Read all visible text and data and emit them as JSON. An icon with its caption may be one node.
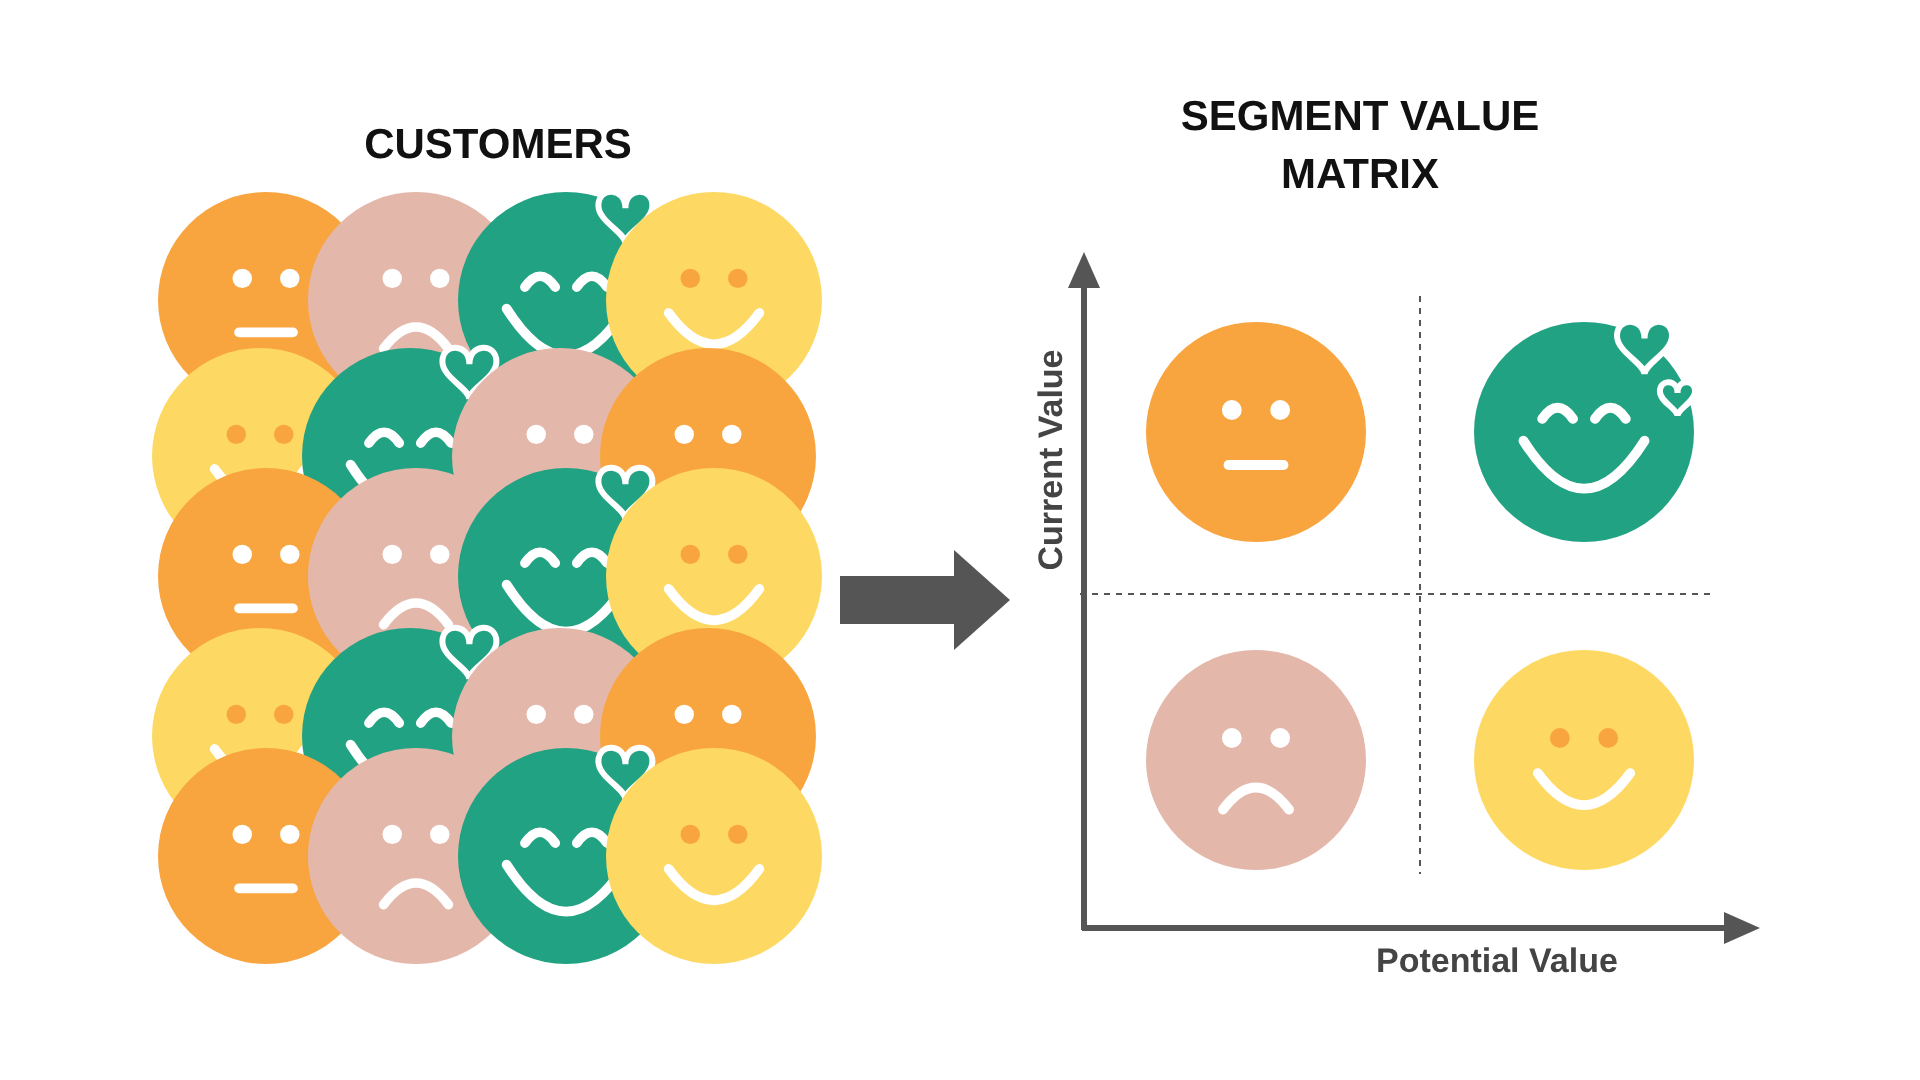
{
  "diagram": {
    "nodes": [
      {
        "text": [
          "CUSTOMERS"
        ]
      },
      {
        "text": [
          "SEGMENT VALUE MATRIX"
        ]
      },
      {
        "text": [],
        "shape": "picture",
        "in": 1
      },
      {
        "text": [],
        "shape": "picture",
        "in": 1
      },
      {
        "text": [],
        "shape": "picture",
        "in": 1
      },
      {
        "text": [],
        "shape": "picture",
        "in": 1
      }
    ],
    "edges": [
      {
        "from": 0,
        "to": 1,
        "arrow": "to"
      }
    ],
    "labels": [
      "Current Value",
      "Potential Value"
    ]
  }
}
